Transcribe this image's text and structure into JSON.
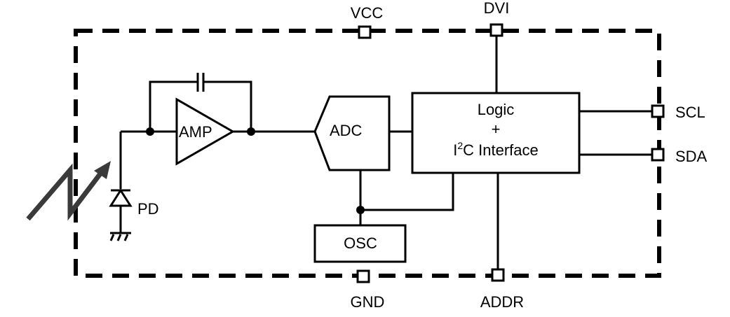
{
  "pins": {
    "vcc": "VCC",
    "dvi": "DVI",
    "gnd": "GND",
    "addr": "ADDR",
    "scl": "SCL",
    "sda": "SDA"
  },
  "blocks": {
    "amp": "AMP",
    "adc": "ADC",
    "osc": "OSC",
    "logic_line1": "Logic",
    "logic_line2": "+",
    "logic_line3_prefix": "I",
    "logic_line3_sup": "2",
    "logic_line3_suffix": "C Interface"
  },
  "components": {
    "photodiode": "PD"
  },
  "colors": {
    "line": "#000000",
    "light_arrow": "#3a3a3a",
    "background": "#ffffff"
  }
}
